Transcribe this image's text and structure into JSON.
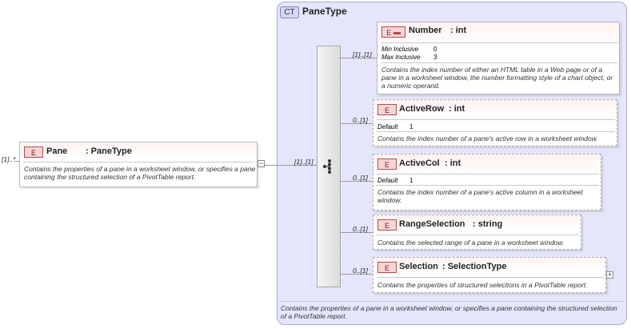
{
  "root": {
    "cardinality": "[1]..*",
    "badge": "E",
    "name": "Pane",
    "type": ": PaneType",
    "doc": "Contains the properties of a pane in a worksheet window, or specifies a pane containing the structured selection of a PivotTable report.",
    "sequence_cardinality": "[1]..[1]"
  },
  "complex_type": {
    "badge": "CT",
    "name": "PaneType",
    "doc": "Contains the properties of a pane in a worksheet window, or specifies a pane containing the structured selection of a PivotTable report."
  },
  "children": {
    "number": {
      "cardinality": "[1]..[1]",
      "badge": "E",
      "name": "Number",
      "type": ": int",
      "min_label": "Min Inclusive",
      "min_value": "0",
      "max_label": "Max Inclusive",
      "max_value": "3",
      "doc": "Contains the index number of either an HTML table in a Web page or of a pane in a worksheet window, the number formatting style of a chart object, or a numeric operand."
    },
    "active_row": {
      "cardinality": "0..[1]",
      "badge": "E",
      "name": "ActiveRow",
      "type": ": int",
      "default_label": "Default",
      "default_value": "1",
      "doc": "Contains the index number of a pane's active row in a worksheet window."
    },
    "active_col": {
      "cardinality": "0..[1]",
      "badge": "E",
      "name": "ActiveCol",
      "type": ": int",
      "default_label": "Default",
      "default_value": "1",
      "doc": "Contains the index number of a pane's active column in a worksheet window."
    },
    "range_selection": {
      "cardinality": "0..[1]",
      "badge": "E",
      "name": "RangeSelection",
      "type": ": string",
      "doc": "Contains the selected range of a pane in a worksheet window."
    },
    "selection": {
      "cardinality": "0..[1]",
      "badge": "E",
      "name": "Selection",
      "type": ": SelectionType",
      "doc": "Contains the properties of structured selections in a PivotTable report."
    }
  }
}
